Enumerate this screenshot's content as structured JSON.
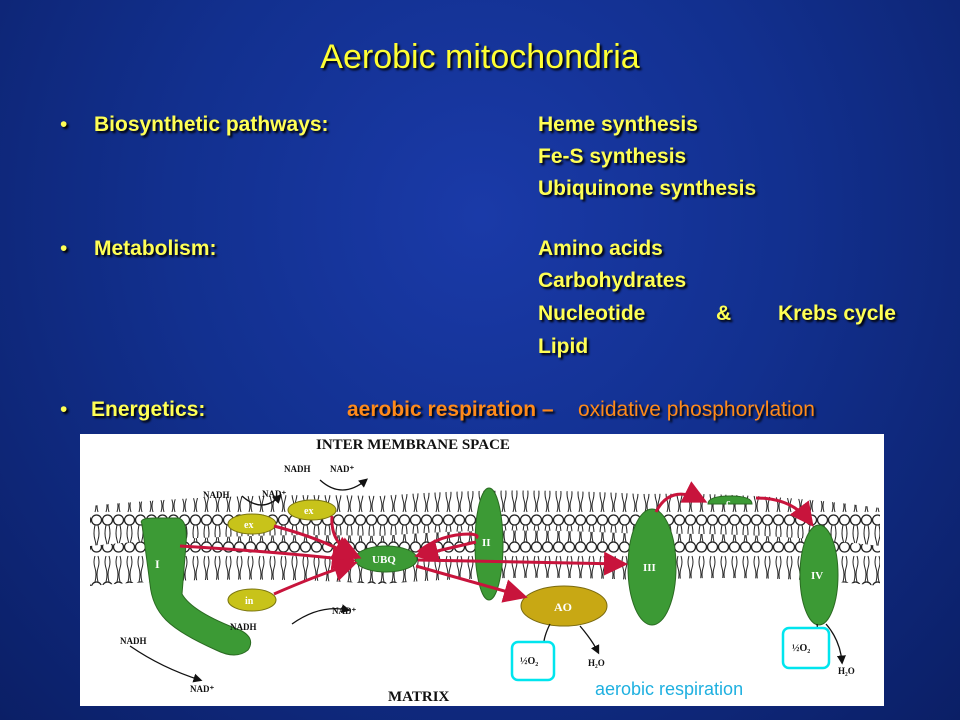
{
  "title": "Aerobic mitochondria",
  "biosynthetic": {
    "label": "Biosynthetic pathways:",
    "items": [
      "Heme synthesis",
      "Fe-S synthesis",
      "Ubiquinone synthesis"
    ]
  },
  "metabolism": {
    "label": "Metabolism:",
    "items": [
      "Amino acids",
      "Carbohydrates",
      "Nucleotide",
      "&",
      "Krebs cycle",
      "Lipid"
    ]
  },
  "energetics": {
    "label": "Energetics:",
    "value_part1": "aerobic respiration –",
    "value_part2": "oxidative phosphorylation"
  },
  "diagram": {
    "top_label": "INTER MEMBRANE SPACE",
    "bottom_label": "MATRIX",
    "complexes": {
      "I": "I",
      "II": "II",
      "III": "III",
      "IV": "IV",
      "c": "c",
      "ubq": "UBQ",
      "ao": "AO",
      "ex": "ex",
      "in": "in"
    },
    "molecules": {
      "nadh": "NADH",
      "nad_plus": "NAD⁺",
      "nad": "NAD",
      "half_o2": "½O₂",
      "h2o": "H₂O"
    },
    "caption": "aerobic respiration",
    "colors": {
      "complex_green": "#3c9a35",
      "ex_yellow": "#c8c31a",
      "arrow_red": "#c8143c",
      "highlight_cyan": "#00e5ee"
    }
  }
}
